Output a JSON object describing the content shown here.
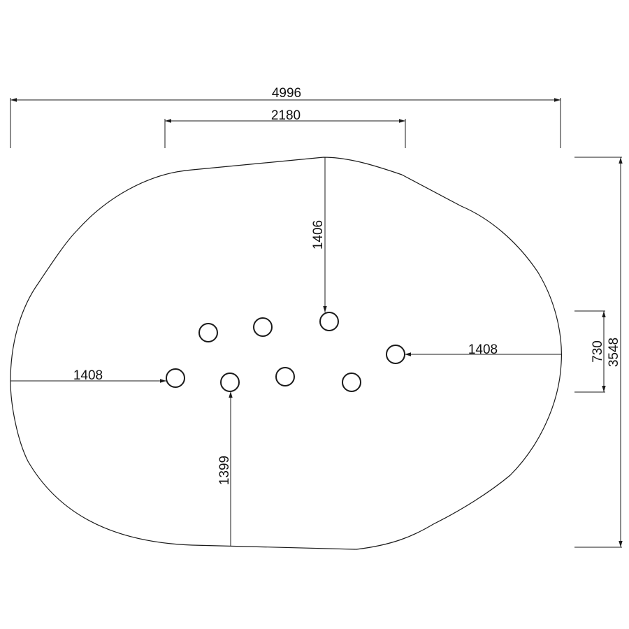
{
  "dimensions": {
    "overall_width": "4996",
    "inner_width": "2180",
    "overall_height": "3548",
    "side_segment": "730",
    "top_to_hole": "1406",
    "right_hole_to_edge": "1408",
    "left_edge_to_hole": "1408",
    "hole_to_bottom": "1399"
  },
  "holes": {
    "count": 8
  },
  "colors": {
    "line": "#1a1a1a",
    "background": "#ffffff"
  }
}
